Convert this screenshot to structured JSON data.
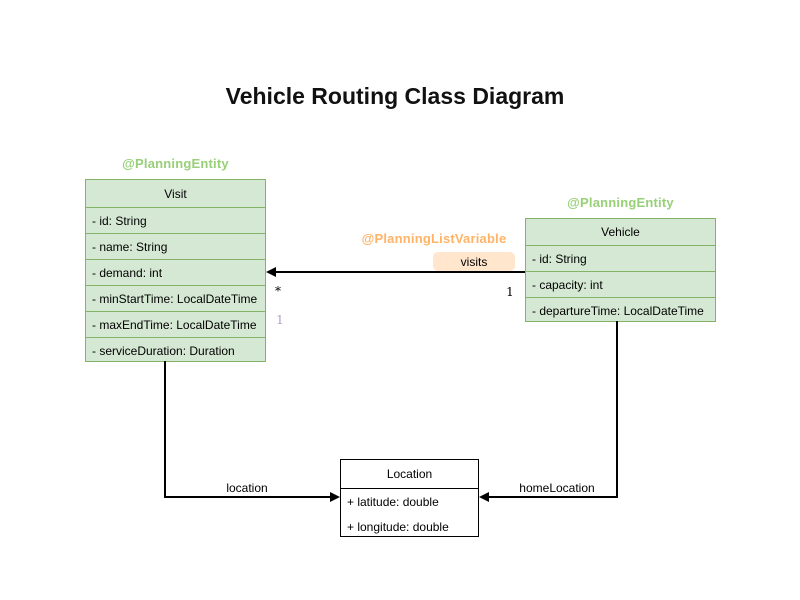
{
  "diagram": {
    "title": "Vehicle Routing Class Diagram"
  },
  "classes": {
    "visit": {
      "stereotype": "@PlanningEntity",
      "name": "Visit",
      "attributes": [
        "- id: String",
        "- name: String",
        "- demand: int",
        "- minStartTime: LocalDateTime",
        "- maxEndTime: LocalDateTime",
        "- serviceDuration: Duration"
      ]
    },
    "vehicle": {
      "stereotype": "@PlanningEntity",
      "name": "Vehicle",
      "attributes": [
        "- id: String",
        "- capacity: int",
        "- departureTime: LocalDateTime"
      ]
    },
    "location": {
      "name": "Location",
      "attributes": [
        "+ latitude: double",
        "+ longitude: double"
      ]
    }
  },
  "relationships": {
    "visits": {
      "stereotype": "@PlanningListVariable",
      "label": "visits",
      "from": "Vehicle",
      "to": "Visit",
      "from_multiplicity": "1",
      "to_multiplicity": "*",
      "muted_multiplicity": "1"
    },
    "location": {
      "label": "location",
      "from": "Visit",
      "to": "Location"
    },
    "home_location": {
      "label": "homeLocation",
      "from": "Vehicle",
      "to": "Location"
    }
  },
  "colors": {
    "entity_fill": "#d5e8d4",
    "entity_border": "#82b366",
    "stereotype_green": "#97d077",
    "stereotype_orange": "#ffb366",
    "visits_badge_fill": "#ffe6cc",
    "muted_multiplicity": "#b39bc8",
    "plain_border": "#000000"
  }
}
